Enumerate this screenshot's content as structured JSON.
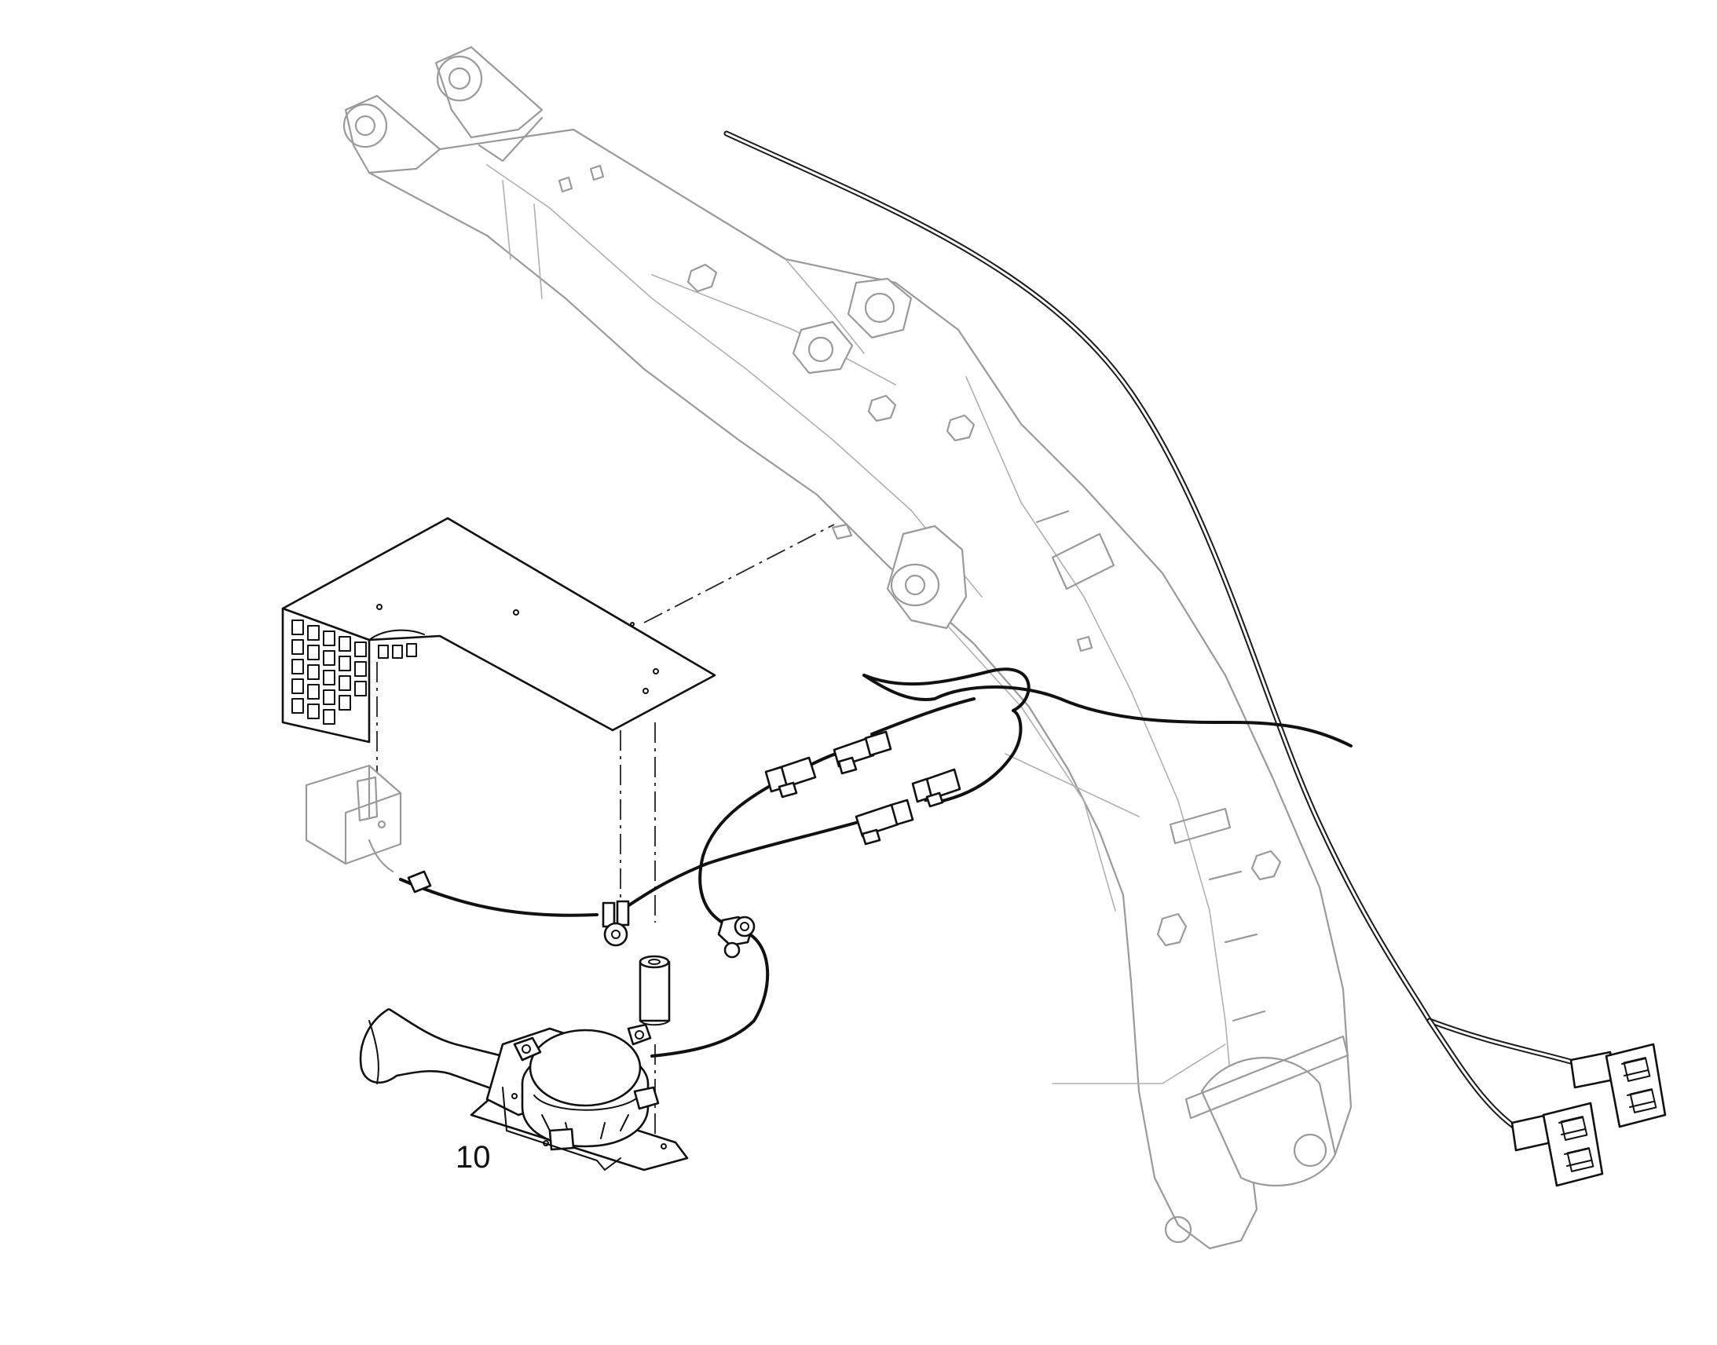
{
  "figure": {
    "callouts": [
      {
        "id": "item-10",
        "label": "10"
      }
    ]
  },
  "colors": {
    "line_primary": "#111111",
    "line_background_part": "#9a9a9a",
    "background": "#ffffff"
  },
  "icons": [
    "excavator-boom-outline",
    "horn-mounting-bracket",
    "air-horn",
    "relay-module",
    "wire-harness",
    "inline-connector",
    "ring-terminal",
    "spacer-tube",
    "multi-pin-connector"
  ]
}
